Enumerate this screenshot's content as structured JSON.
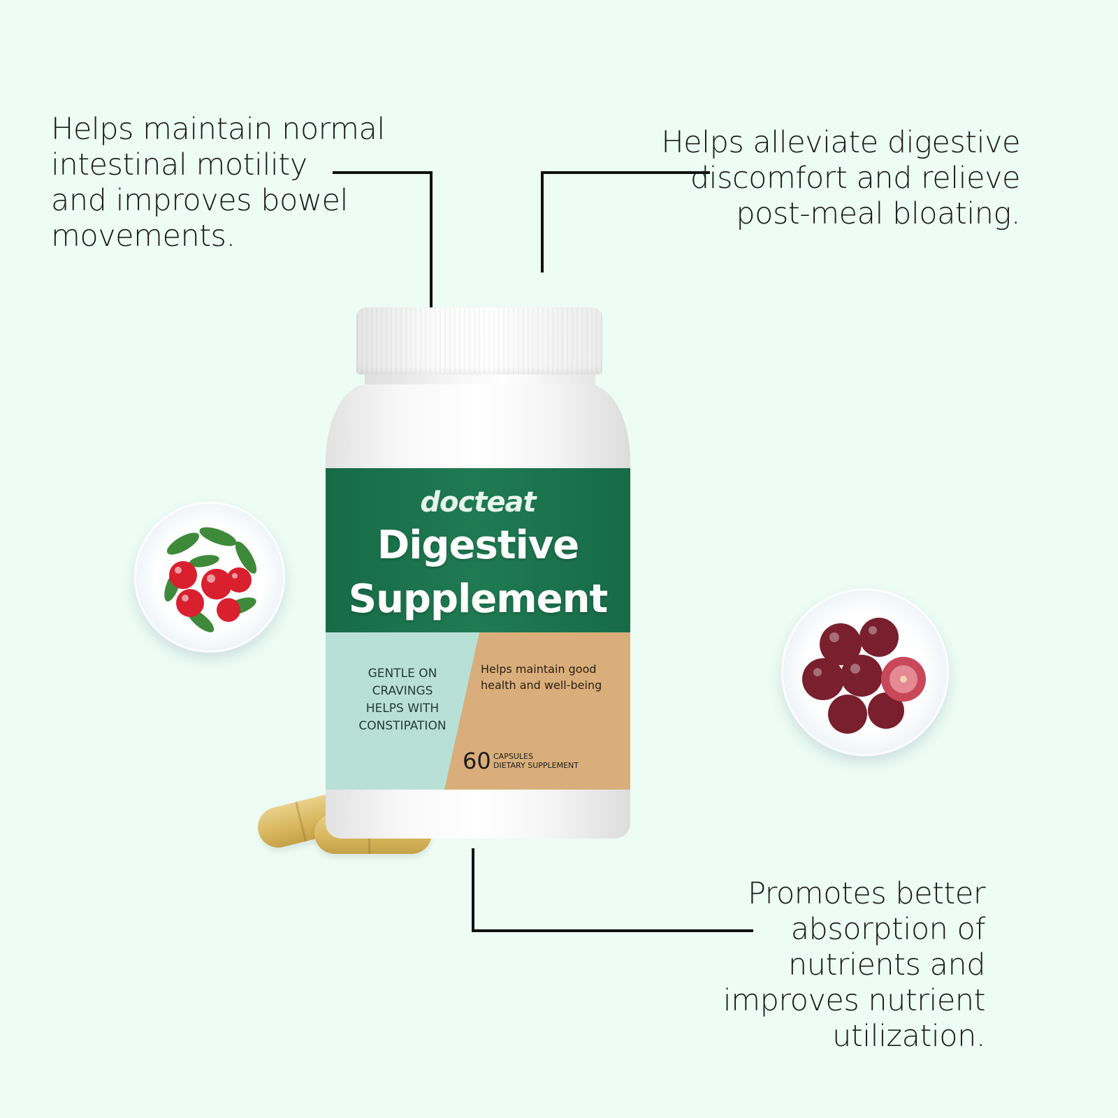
{
  "benefits": {
    "top_left": "Helps maintain normal\nintestinal motility\nand improves bowel\nmovements.",
    "top_right": "Helps alleviate digestive\ndiscomfort and relieve\npost-meal bloating.",
    "bottom_right": "Promotes better\nabsorption of\nnutrients and\nimproves nutrient\nutilization."
  },
  "product": {
    "brand": "docteat",
    "name_line1": "Digestive",
    "name_line2": "Supplement",
    "claims": [
      "GENTLE ON",
      "CRAVINGS",
      "HELPS WITH",
      "CONSTIPATION"
    ],
    "tagline": "Helps maintain good\nhealth and well-being",
    "count": "60",
    "count_unit": "CAPSULES",
    "count_desc": "DIETARY SUPPLEMENT"
  },
  "ingredients": [
    "berries-icon",
    "grapes-icon"
  ],
  "colors": {
    "background": "#edfcf5",
    "label_green": "#1f7a52",
    "label_mint": "#b9e0d6",
    "label_tan": "#d9ae7a",
    "capsule": "#d9b85f"
  }
}
